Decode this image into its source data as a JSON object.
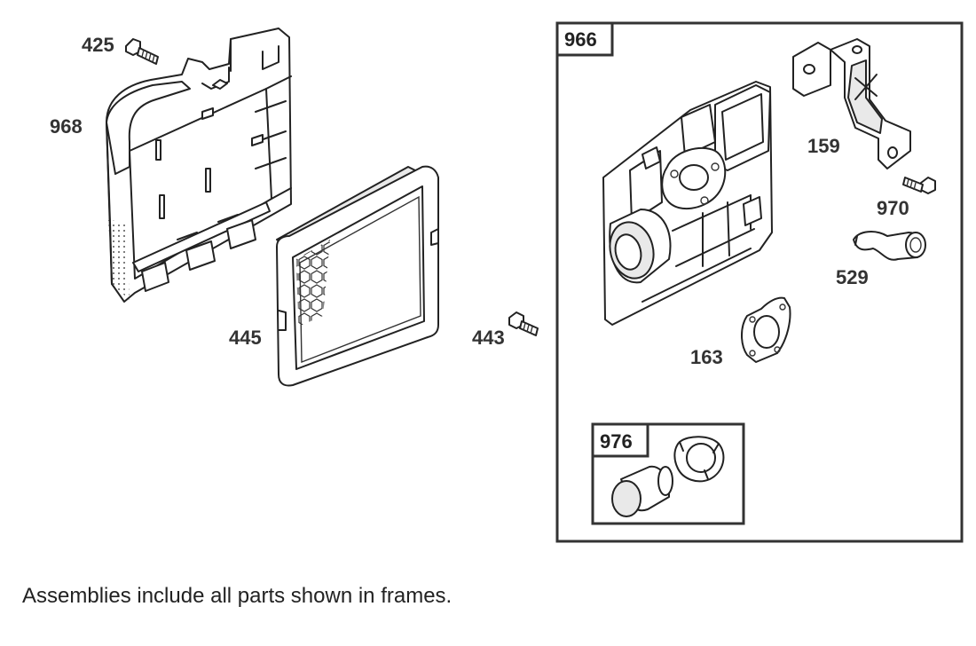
{
  "parts": {
    "p425": "425",
    "p968": "968",
    "p445": "445",
    "p443": "443",
    "p966": "966",
    "p159": "159",
    "p970": "970",
    "p529": "529",
    "p163": "163",
    "p976": "976"
  },
  "footnote": "Assemblies include all parts shown in frames."
}
